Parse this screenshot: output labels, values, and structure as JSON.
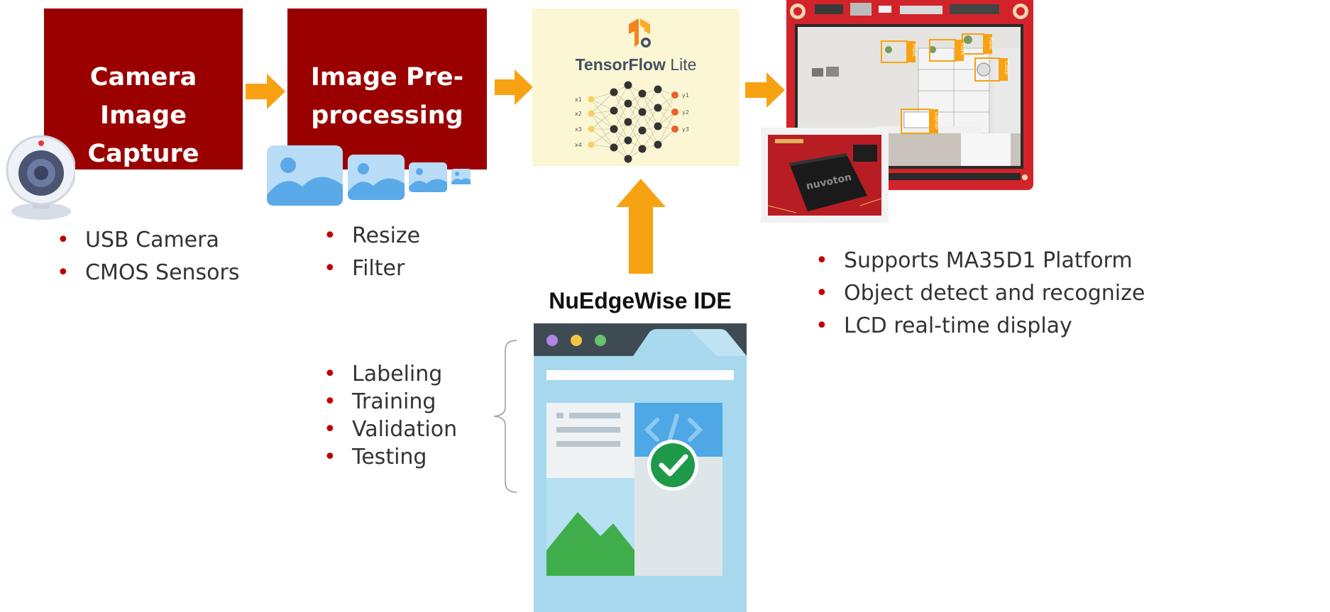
{
  "stages": [
    {
      "line1": "Camera Image",
      "line2": "Capture"
    },
    {
      "line1": "Image Pre-",
      "line2": "processing"
    }
  ],
  "tensorflow": {
    "brand_bold": "TensorFlow",
    "brand_light": "Lite",
    "inputs": [
      "x1",
      "x2",
      "x3",
      "x4"
    ],
    "outputs": [
      "y1",
      "y2",
      "y3"
    ]
  },
  "camera_bullets": [
    "USB Camera",
    "CMOS Sensors"
  ],
  "preprocess_bullets": [
    "Resize",
    "Filter"
  ],
  "ide": {
    "title": "NuEdgeWise IDE"
  },
  "ide_bullets": [
    "Labeling",
    "Training",
    "Validation",
    "Testing"
  ],
  "platform_bullets": [
    "Supports MA35D1 Platform",
    "Object detect and recognize",
    "LCD real-time display"
  ],
  "detections": [
    "Plant",
    "Plant",
    "Plant",
    "Clock",
    "Laptop"
  ],
  "chip_label": "nuvoton",
  "colors": {
    "stage": "#9a0000",
    "arrow": "#f7a213",
    "bullet": "#c00000",
    "tf_bg": "#fbf6d3"
  }
}
